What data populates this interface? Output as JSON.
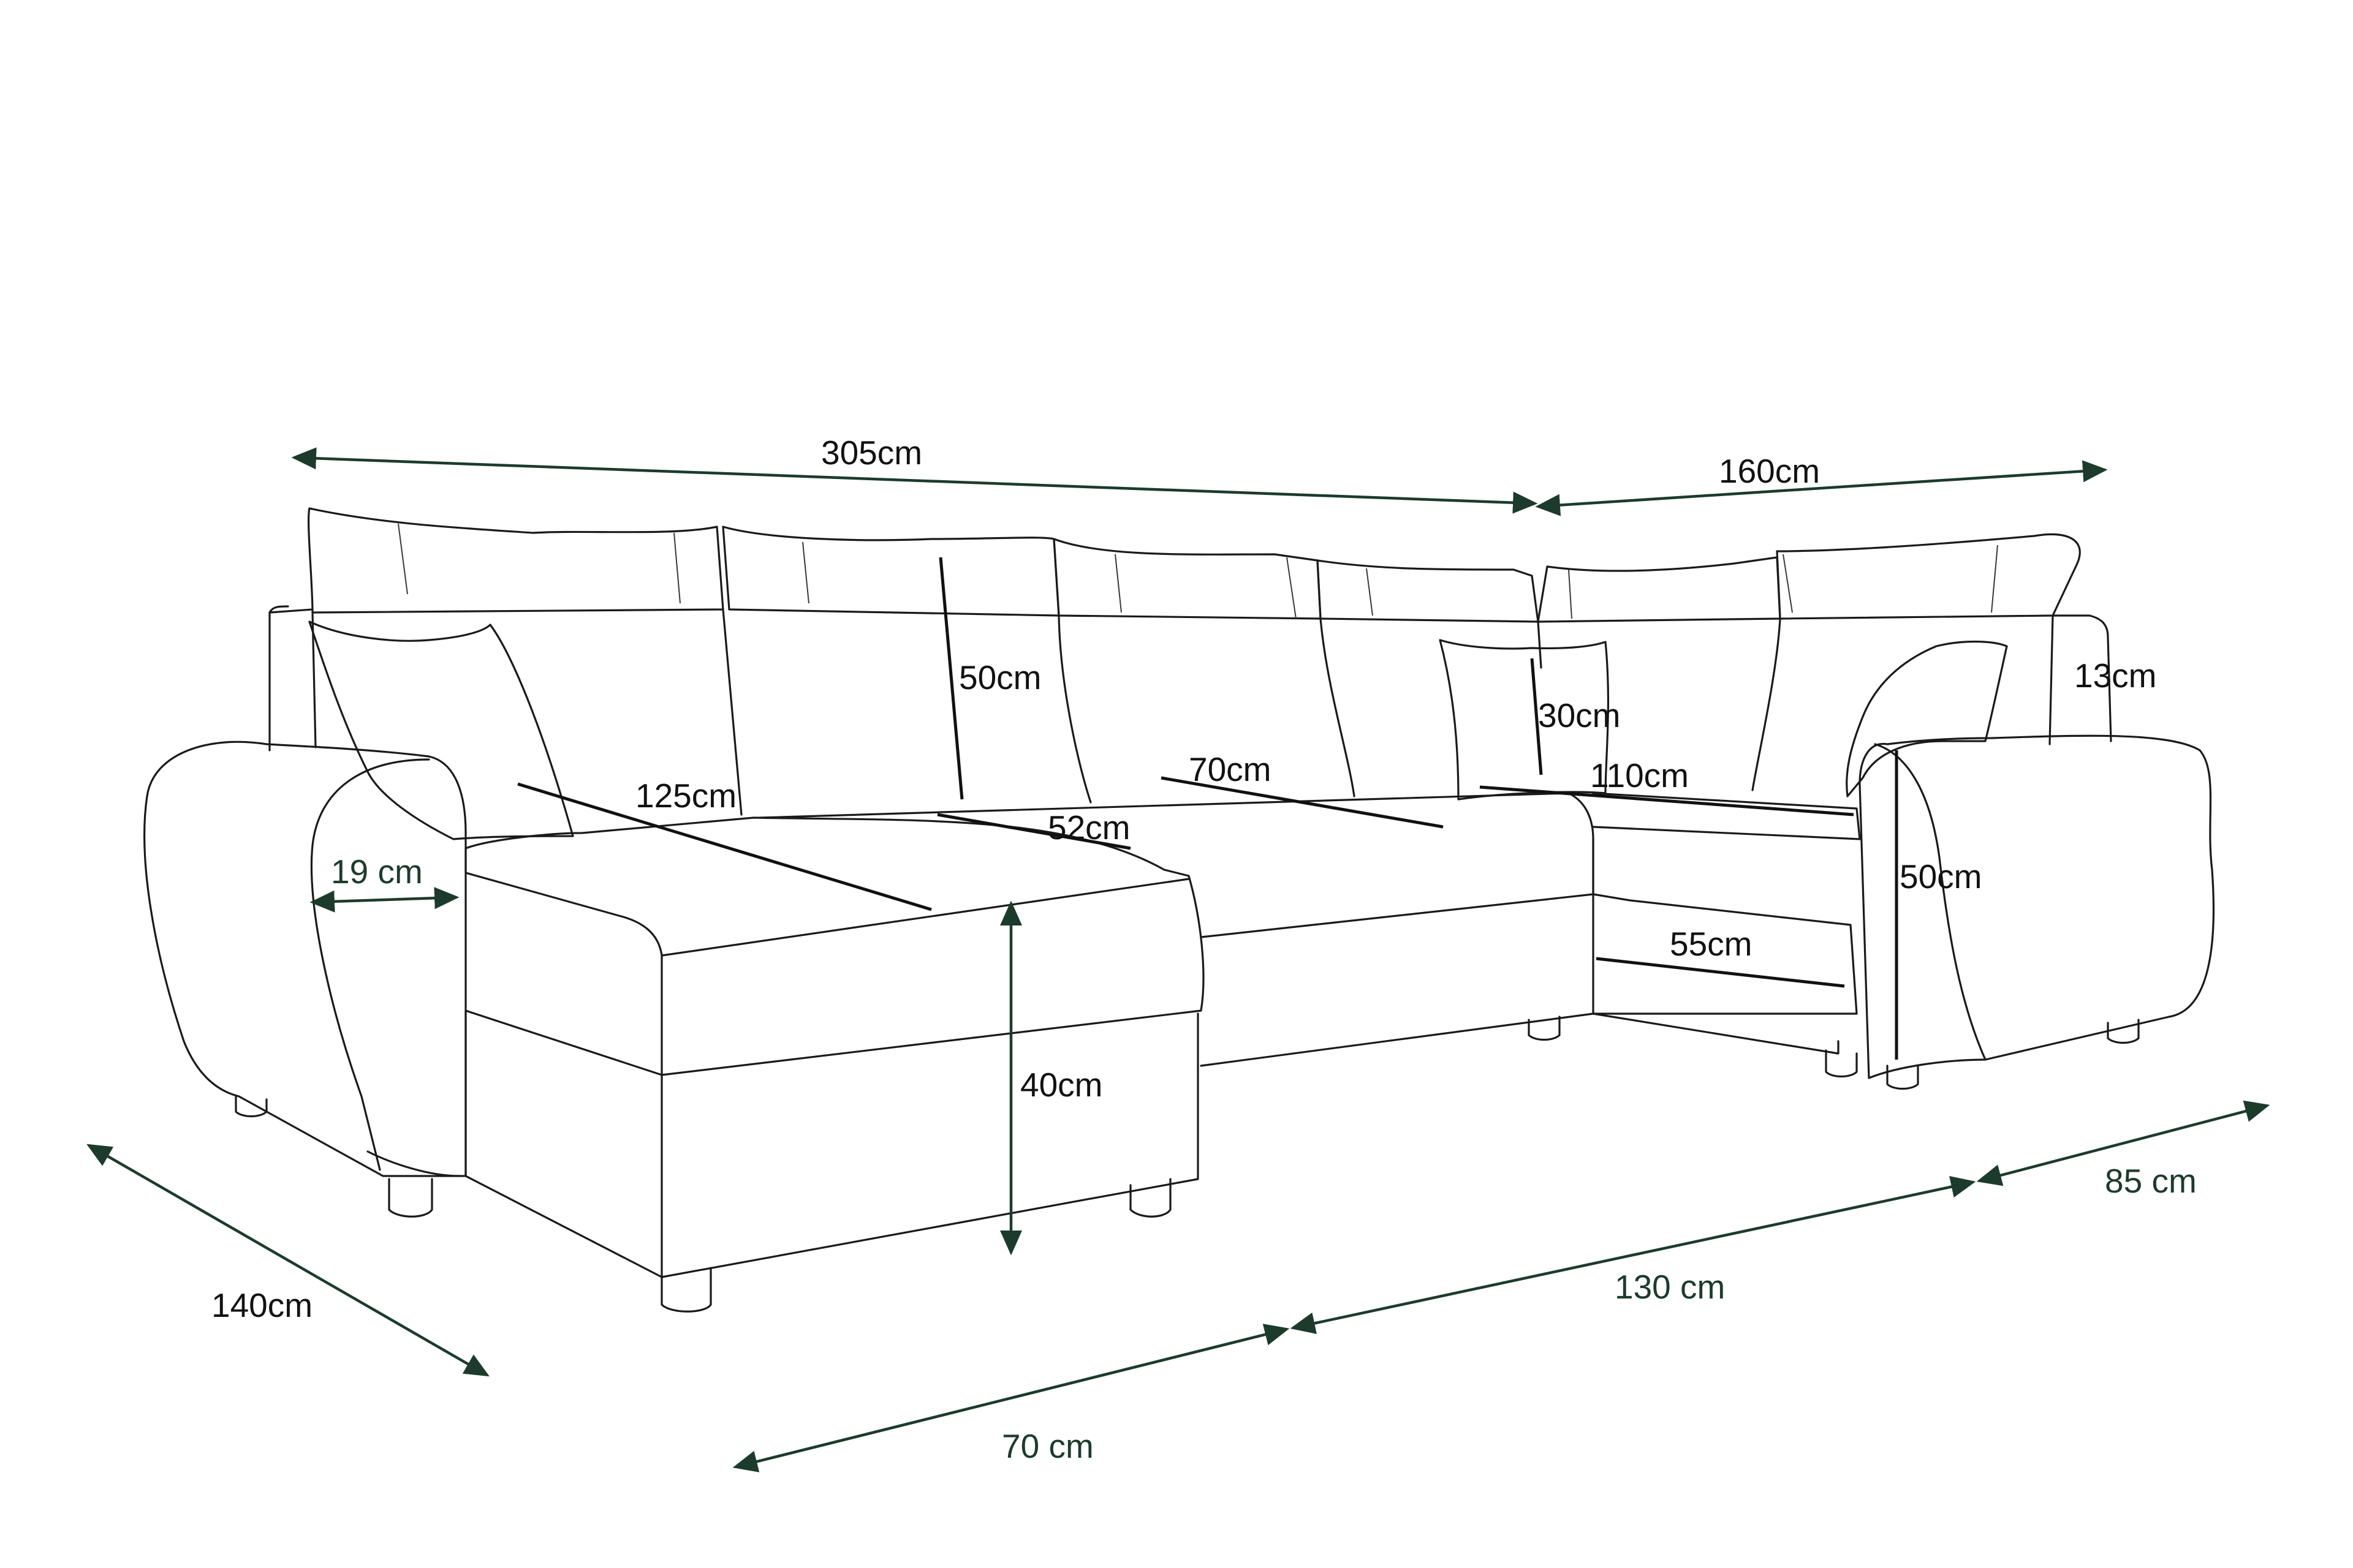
{
  "colors": {
    "dimension_line": "#1c3b2c",
    "outline": "#1a1a1a",
    "background": "#ffffff"
  },
  "labels": {
    "width_main": "305cm",
    "width_side": "160cm",
    "back_height": "50cm",
    "cushion_height": "30cm",
    "armrest_top": "13cm",
    "chaise_length": "125cm",
    "seat_depth_70": "70cm",
    "bed_length": "110cm",
    "seat_depth_52": "52cm",
    "armrest_width": "19 cm",
    "right_height": "50cm",
    "right_depth": "55cm",
    "seat_height": "40cm",
    "depth_140": "140cm",
    "bottom_70": "70 cm",
    "bottom_130": "130 cm",
    "bottom_85": "85 cm"
  }
}
